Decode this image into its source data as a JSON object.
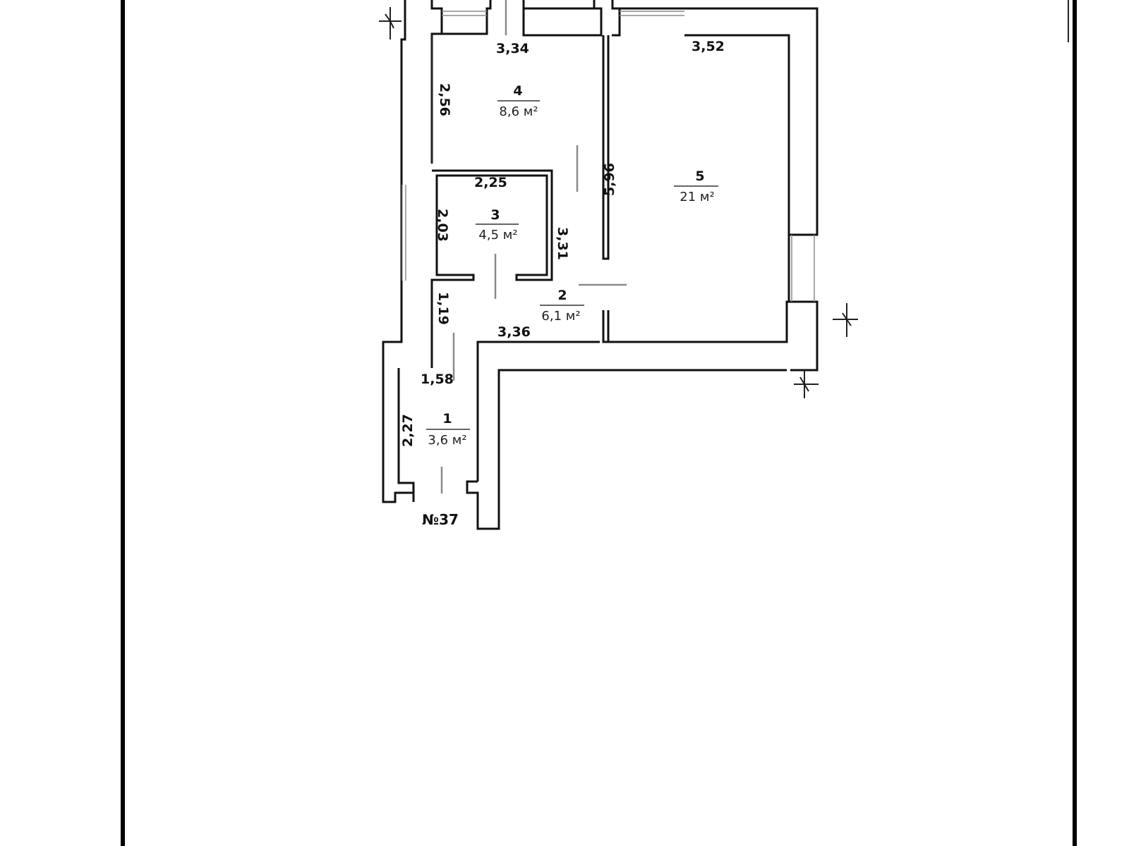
{
  "plan": {
    "apartment_no": "№37",
    "rooms": [
      {
        "number": "1",
        "area": "3,6 м²"
      },
      {
        "number": "2",
        "area": "6,1 м²"
      },
      {
        "number": "3",
        "area": "4,5 м²"
      },
      {
        "number": "4",
        "area": "8,6 м²"
      },
      {
        "number": "5",
        "area": "21 м²"
      }
    ],
    "dimensions": {
      "d334": "3,34",
      "d352": "3,52",
      "d256": "2,56",
      "d596": "5,96",
      "d225": "2,25",
      "d203": "2,03",
      "d331": "3,31",
      "d119": "1,19",
      "d336": "3,36",
      "d158": "1,58",
      "d227": "2,27"
    }
  }
}
